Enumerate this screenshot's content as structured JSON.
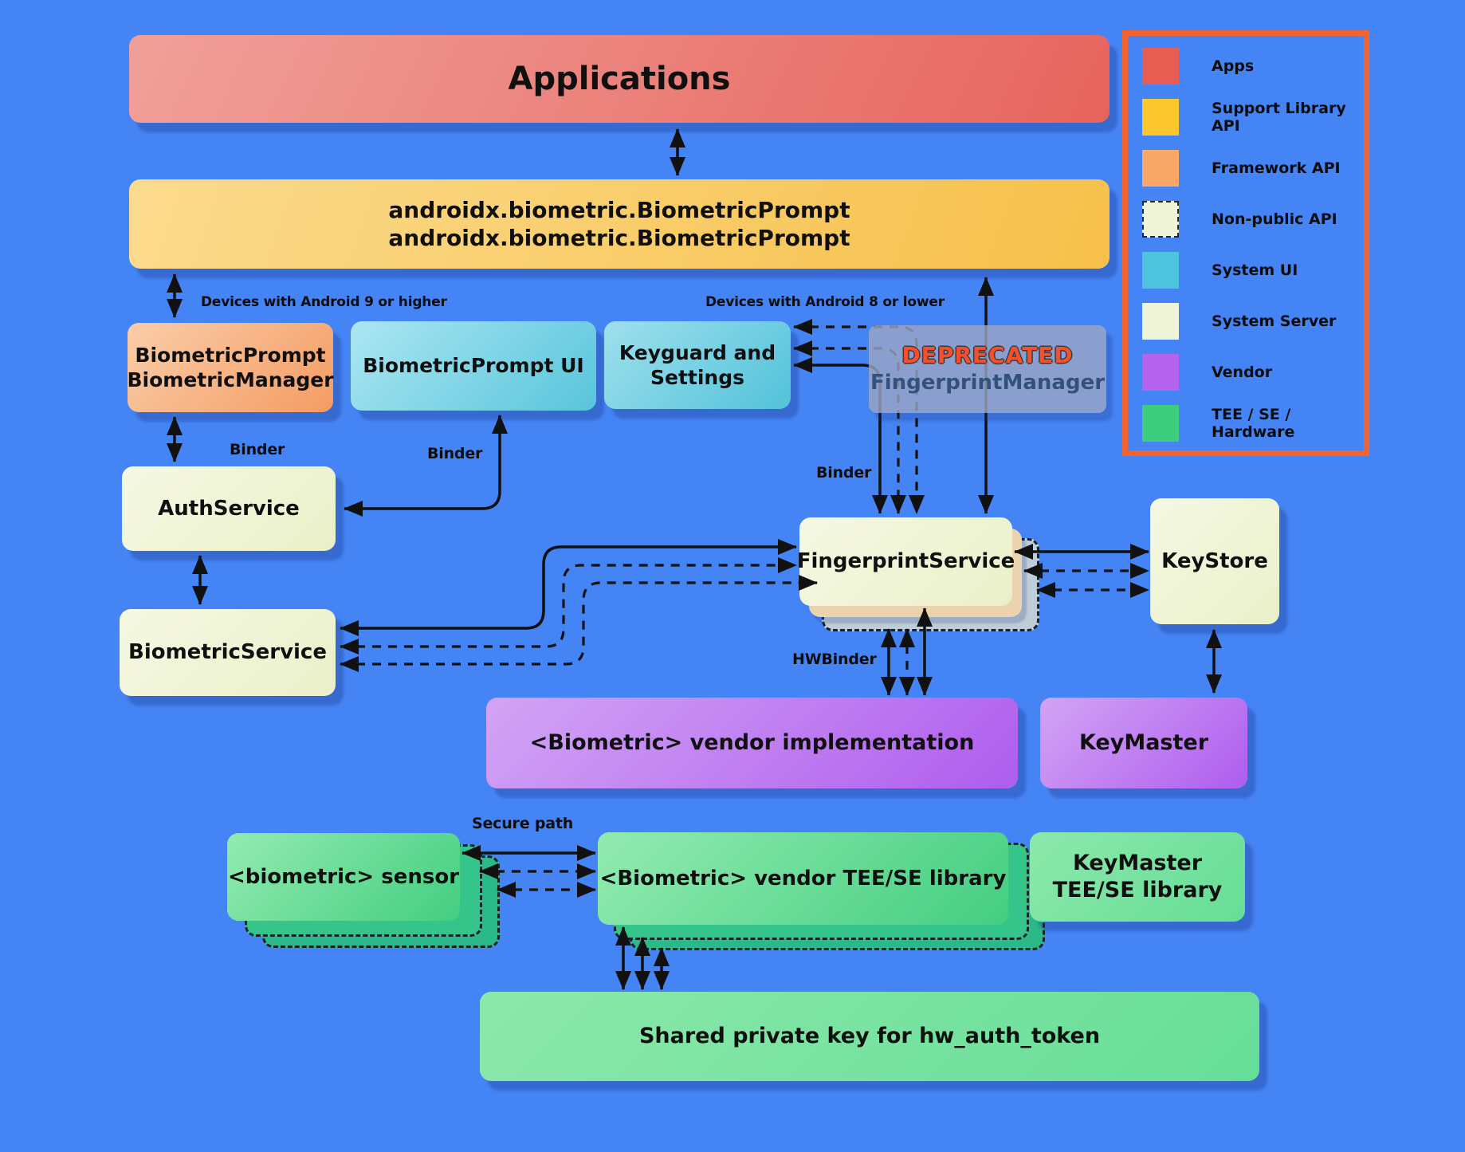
{
  "boxes": {
    "applications": {
      "label": "Applications"
    },
    "support_library": {
      "line1": "androidx.biometric.BiometricPrompt",
      "line2": "androidx.biometric.BiometricPrompt"
    },
    "biometric_prompt_manager": {
      "line1": "BiometricPrompt",
      "line2": "BiometricManager"
    },
    "biometric_prompt_ui": {
      "label": "BiometricPrompt UI"
    },
    "keyguard": {
      "line1": "Keyguard and",
      "line2": "Settings"
    },
    "fingerprint_manager": {
      "badge": "DEPRECATED",
      "label": "FingerprintManager"
    },
    "auth_service": {
      "label": "AuthService"
    },
    "biometric_service": {
      "label": "BiometricService"
    },
    "fingerprint_service": {
      "label": "FingerprintService"
    },
    "keystore": {
      "label": "KeyStore"
    },
    "vendor_implementation": {
      "label": "<Biometric> vendor implementation"
    },
    "keymaster": {
      "label": "KeyMaster"
    },
    "biometric_sensor": {
      "label": "<biometric> sensor"
    },
    "vendor_tee_library": {
      "label": "<Biometric> vendor TEE/SE library"
    },
    "keymaster_tee_library": {
      "line1": "KeyMaster",
      "line2": "TEE/SE library"
    },
    "shared_private_key": {
      "label": "Shared private key for hw_auth_token"
    }
  },
  "annotations": {
    "devices_android9": "Devices with Android 9 or higher",
    "devices_android8": "Devices with Android 8 or lower",
    "binder_left": "Binder",
    "binder_ui": "Binder",
    "binder_fingerprint": "Binder",
    "hwbinder": "HWBinder",
    "secure_path": "Secure path"
  },
  "legend": {
    "items": [
      {
        "label": "Apps",
        "color": "#E85D52",
        "dashed": false
      },
      {
        "label": "Support Library API",
        "color": "#FCC62D",
        "dashed": false
      },
      {
        "label": "Framework API",
        "color": "#F9A868",
        "dashed": false
      },
      {
        "label": "Non-public API",
        "color": "#EFF4D8",
        "dashed": true
      },
      {
        "label": "System UI",
        "color": "#4EC3DE",
        "dashed": false
      },
      {
        "label": "System Server",
        "color": "#EFF3D7",
        "dashed": false
      },
      {
        "label": "Vendor",
        "color": "#B564EE",
        "dashed": false
      },
      {
        "label": "TEE / SE / Hardware",
        "color": "#3ECC7D",
        "dashed": false
      }
    ]
  },
  "colors": {
    "background": "#4584F4",
    "legend_border": "#F4622E",
    "deprecated_text": "#F4512B",
    "fingerprint_manager_text": "#33517A",
    "arrow": "#111111"
  }
}
